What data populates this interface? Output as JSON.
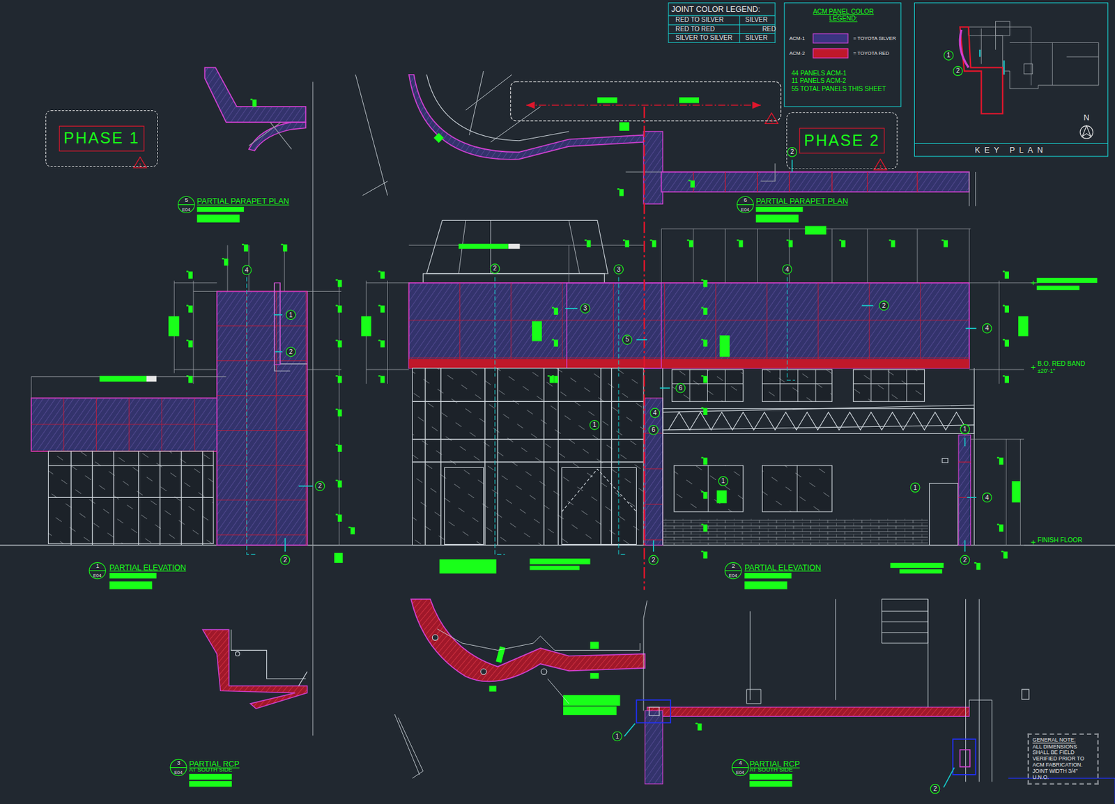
{
  "diagram": {
    "nodes": [
      {
        "text": [
          "PHASE 1"
        ]
      },
      {
        "text": [
          "PHASE 2"
        ]
      },
      {
        "text": [
          "GENERAL NOTE:",
          "ALL DIMENSIONS SHALL BE FIELD VERIFIED PRIOR TO ACM FABRICATION. JOINT WIDTH 3/4\" U.N.O."
        ]
      }
    ],
    "labels": [
      "JOINT COLOR LEGEND:",
      "RED TO SILVER",
      "SILVER",
      "RED TO RED",
      "RED",
      "SILVER TO SILVER",
      "SILVER",
      "ACM PANEL COLOR LEGEND:",
      "ACM-1",
      "ACM-2",
      "44 PANELS ACM-1",
      "11 PANELS ACM-2",
      "55 TOTAL PANELS THIS SHEET",
      "N",
      "KEY PLAN",
      "5",
      "E04",
      "PARTIAL PARAPET PLAN",
      "6",
      "E04",
      "PARTIAL PARAPET PLAN",
      "1",
      "E04",
      "PARTIAL ELEVATION",
      "2",
      "E04",
      "PARTIAL ELEVATION",
      "3",
      "E04",
      "PARTIAL RCP",
      "AT SOUTH SIDE",
      "4",
      "E04",
      "PARTIAL RCP",
      "AT SOUTH SIDE",
      "B.O. RED BAND",
      "±20'-1\"",
      "FINISH FLOOR",
      "1",
      "1",
      "1",
      "4",
      "1",
      "2",
      "2",
      "2",
      "2",
      "3",
      "4",
      "3",
      "2",
      "5",
      "4",
      "6",
      "4",
      "6",
      "1",
      "1",
      "1",
      "1",
      "4",
      "2",
      "2",
      "1",
      "2",
      "1",
      "2",
      "2"
    ],
    "legend": [
      {
        "text": "= TOYOTA SILVER",
        "color": "#3b3480"
      },
      {
        "text": "= TOYOTA RED",
        "color": "#c0182a"
      }
    ]
  }
}
